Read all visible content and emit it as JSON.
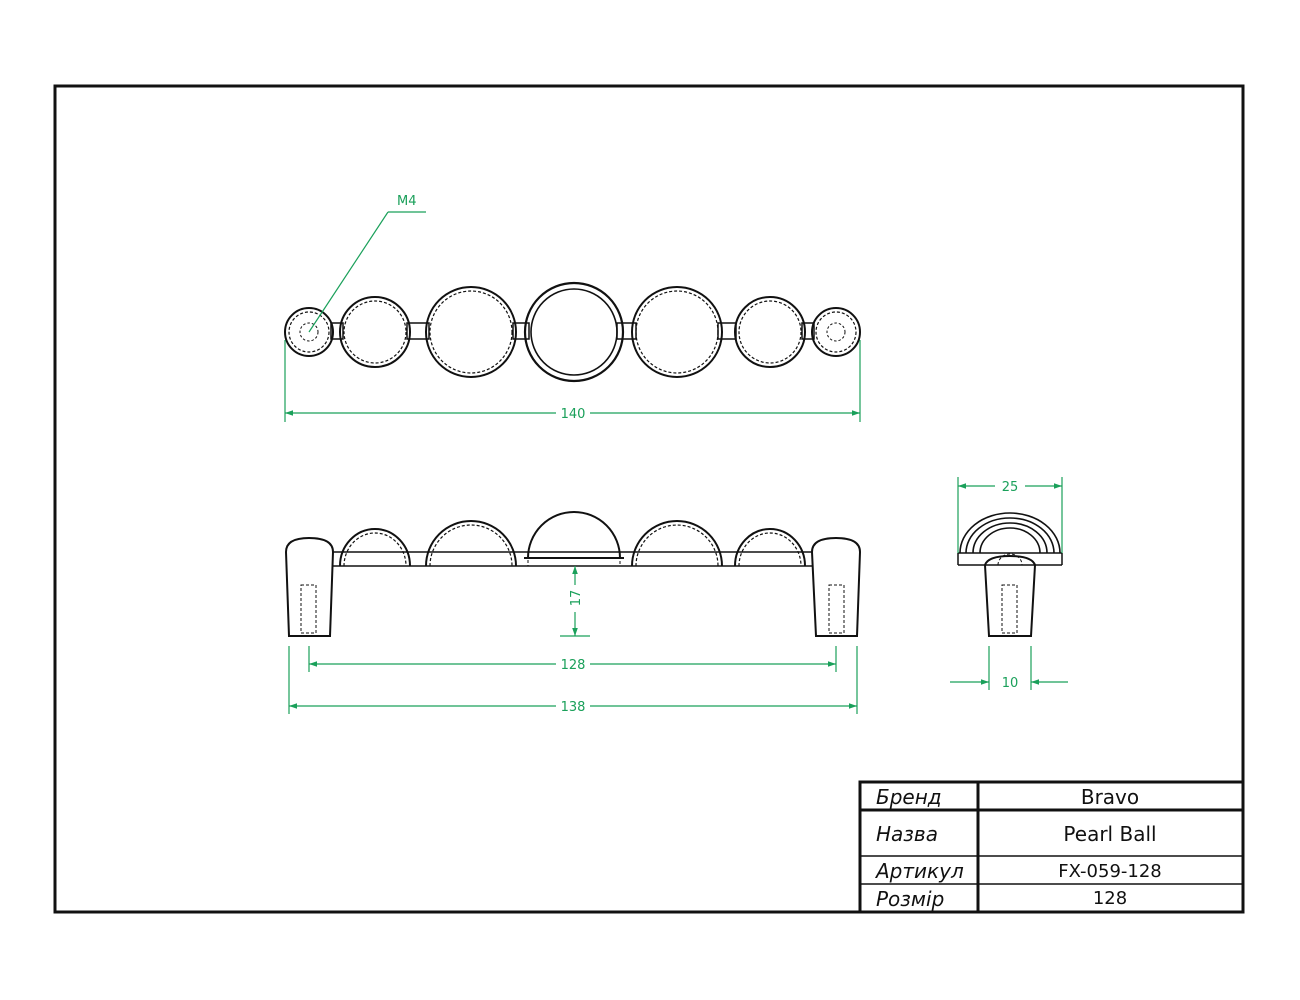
{
  "colors": {
    "dimension": "#1aa05a",
    "outline": "#111111"
  },
  "drawing": {
    "top_view": {
      "thread_label": "M4",
      "overall_length": "140"
    },
    "front_view": {
      "height": "17",
      "hole_spacing": "128",
      "base_length": "138"
    },
    "side_view": {
      "width": "25",
      "leg_width": "10"
    }
  },
  "title_block": {
    "rows": [
      {
        "label": "Бренд",
        "value": "Bravo"
      },
      {
        "label": "Назва",
        "value": "Pearl Ball"
      },
      {
        "label": "Артикул",
        "value": "FX-059-128"
      },
      {
        "label": "Розмір",
        "value": "128"
      }
    ]
  }
}
